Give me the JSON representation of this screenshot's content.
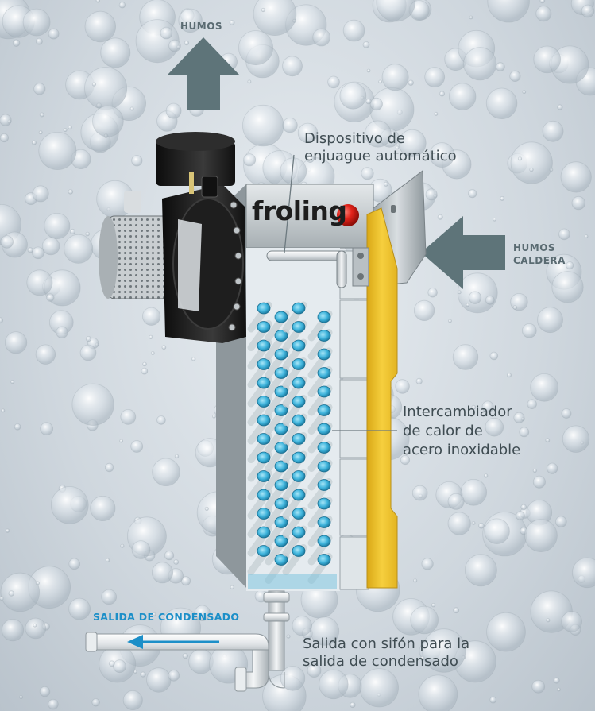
{
  "labels": {
    "humos_top": "HUMOS",
    "humos_caldera_line1": "HUMOS",
    "humos_caldera_line2": "CALDERA",
    "dispositivo_line1": "Dispositivo de",
    "dispositivo_line2": "enjuague automático",
    "intercambiador_line1": "Intercambiador",
    "intercambiador_line2": "de calor de",
    "intercambiador_line3": "acero inoxidable",
    "salida_condensado": "SALIDA DE CONDENSADO",
    "sifon_line1": "Salida con sifón para la",
    "sifon_line2": "salida de condensado"
  },
  "brand": {
    "logo_text": "froling"
  },
  "colors": {
    "arrow_gray": "#5e7479",
    "label_dark": "#5a6b72",
    "label_blue": "#1c8fc8",
    "insulation_yellow": "#f2c230",
    "tube_blue": "#3fb4dc",
    "logo_red": "#e2231a"
  }
}
